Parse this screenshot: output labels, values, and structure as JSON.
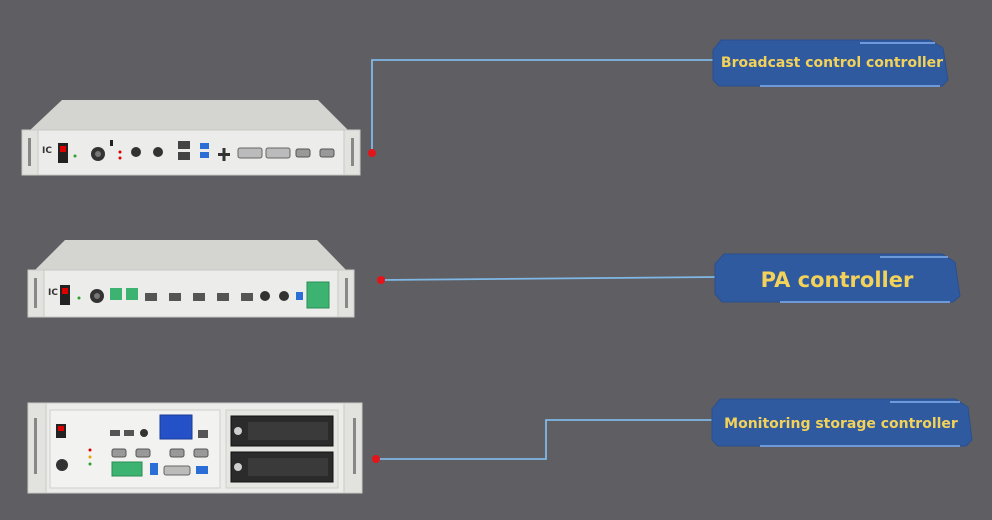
{
  "labels": {
    "broadcast": "Broadcast control controller",
    "pa": "PA controller",
    "monitoring": "Monitoring storage controller"
  },
  "devices": {
    "logo": "IC"
  },
  "colors": {
    "background": "#5f5f63",
    "label_fill": "#2f5aa0",
    "label_text": "#f3d25a",
    "connector_line": "#7fb8e6",
    "dot": "#e3151b",
    "chassis": "#e9e9e6",
    "chassis_top": "#d6d6d2",
    "terminal_green": "#3cb371",
    "lcd_blue": "#2450c8"
  }
}
